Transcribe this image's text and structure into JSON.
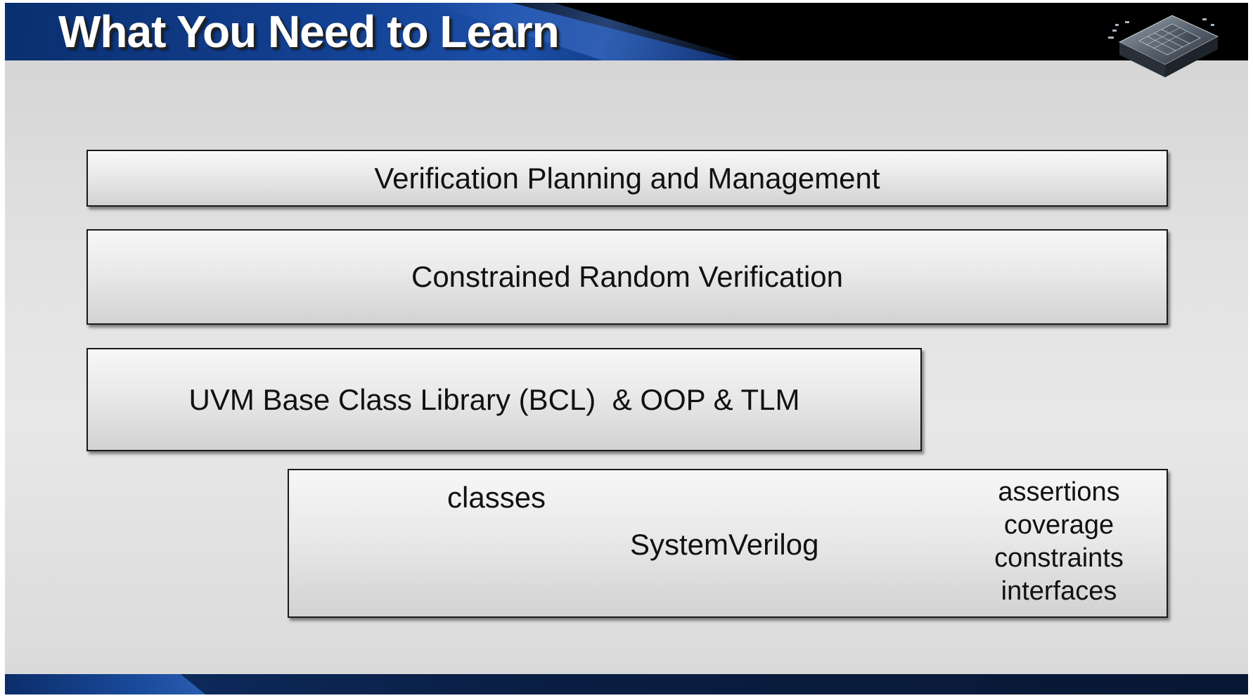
{
  "slide": {
    "title": "What You Need to Learn",
    "boxes": {
      "planning": "Verification Planning and Management",
      "constrained": "Constrained Random Verification",
      "uvm": "UVM Base Class Library (BCL)  & OOP & TLM"
    },
    "systemverilog": {
      "left_label": "classes",
      "center_label": "SystemVerilog",
      "right_labels": [
        "assertions",
        "coverage",
        "constraints",
        "interfaces"
      ]
    }
  },
  "colors": {
    "title_bar": "#000000",
    "title_accent_blue": "#1b4fa8",
    "title_text": "#ffffff",
    "box_border": "#1a1a1a",
    "background": "#e1e1e1"
  },
  "icons": {
    "logo": "chip-logo-icon"
  }
}
